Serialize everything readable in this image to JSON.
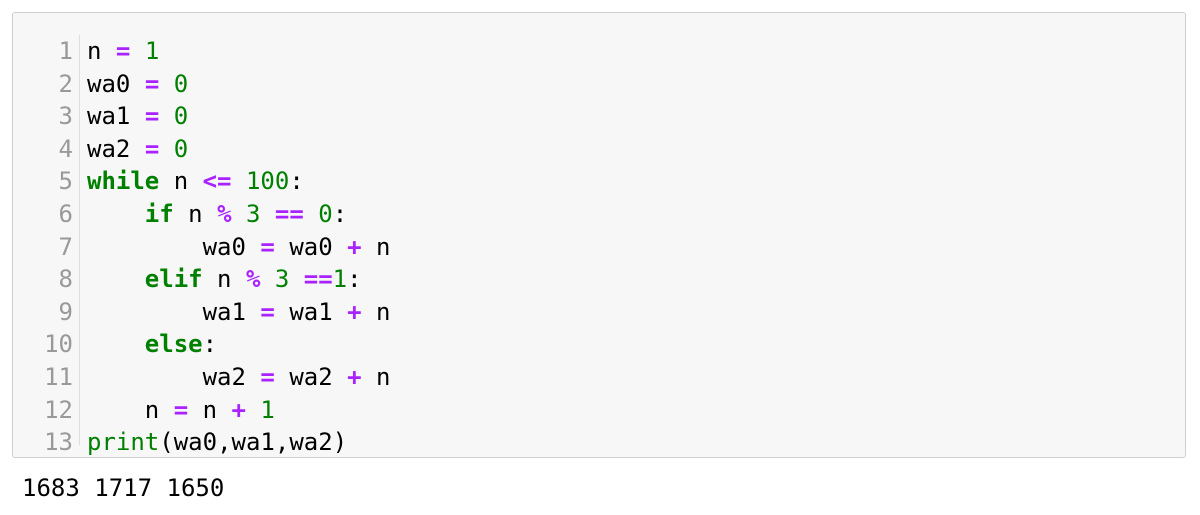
{
  "cell": {
    "line_numbers": [
      "1",
      "2",
      "3",
      "4",
      "5",
      "6",
      "7",
      "8",
      "9",
      "10",
      "11",
      "12",
      "13"
    ],
    "lines": [
      [
        {
          "t": "id",
          "v": "n"
        },
        {
          "t": "p",
          "v": " "
        },
        {
          "t": "op",
          "v": "="
        },
        {
          "t": "p",
          "v": " "
        },
        {
          "t": "num",
          "v": "1"
        }
      ],
      [
        {
          "t": "id",
          "v": "wa0"
        },
        {
          "t": "p",
          "v": " "
        },
        {
          "t": "op",
          "v": "="
        },
        {
          "t": "p",
          "v": " "
        },
        {
          "t": "num",
          "v": "0"
        }
      ],
      [
        {
          "t": "id",
          "v": "wa1"
        },
        {
          "t": "p",
          "v": " "
        },
        {
          "t": "op",
          "v": "="
        },
        {
          "t": "p",
          "v": " "
        },
        {
          "t": "num",
          "v": "0"
        }
      ],
      [
        {
          "t": "id",
          "v": "wa2"
        },
        {
          "t": "p",
          "v": " "
        },
        {
          "t": "op",
          "v": "="
        },
        {
          "t": "p",
          "v": " "
        },
        {
          "t": "num",
          "v": "0"
        }
      ],
      [
        {
          "t": "kw",
          "v": "while"
        },
        {
          "t": "p",
          "v": " "
        },
        {
          "t": "id",
          "v": "n"
        },
        {
          "t": "p",
          "v": " "
        },
        {
          "t": "op",
          "v": "<="
        },
        {
          "t": "p",
          "v": " "
        },
        {
          "t": "num",
          "v": "100"
        },
        {
          "t": "p",
          "v": ":"
        }
      ],
      [
        {
          "t": "p",
          "v": "    "
        },
        {
          "t": "kw",
          "v": "if"
        },
        {
          "t": "p",
          "v": " "
        },
        {
          "t": "id",
          "v": "n"
        },
        {
          "t": "p",
          "v": " "
        },
        {
          "t": "op",
          "v": "%"
        },
        {
          "t": "p",
          "v": " "
        },
        {
          "t": "num",
          "v": "3"
        },
        {
          "t": "p",
          "v": " "
        },
        {
          "t": "op",
          "v": "=="
        },
        {
          "t": "p",
          "v": " "
        },
        {
          "t": "num",
          "v": "0"
        },
        {
          "t": "p",
          "v": ":"
        }
      ],
      [
        {
          "t": "p",
          "v": "        "
        },
        {
          "t": "id",
          "v": "wa0"
        },
        {
          "t": "p",
          "v": " "
        },
        {
          "t": "op",
          "v": "="
        },
        {
          "t": "p",
          "v": " "
        },
        {
          "t": "id",
          "v": "wa0"
        },
        {
          "t": "p",
          "v": " "
        },
        {
          "t": "op",
          "v": "+"
        },
        {
          "t": "p",
          "v": " "
        },
        {
          "t": "id",
          "v": "n"
        }
      ],
      [
        {
          "t": "p",
          "v": "    "
        },
        {
          "t": "kw",
          "v": "elif"
        },
        {
          "t": "p",
          "v": " "
        },
        {
          "t": "id",
          "v": "n"
        },
        {
          "t": "p",
          "v": " "
        },
        {
          "t": "op",
          "v": "%"
        },
        {
          "t": "p",
          "v": " "
        },
        {
          "t": "num",
          "v": "3"
        },
        {
          "t": "p",
          "v": " "
        },
        {
          "t": "op",
          "v": "=="
        },
        {
          "t": "num",
          "v": "1"
        },
        {
          "t": "p",
          "v": ":"
        }
      ],
      [
        {
          "t": "p",
          "v": "        "
        },
        {
          "t": "id",
          "v": "wa1"
        },
        {
          "t": "p",
          "v": " "
        },
        {
          "t": "op",
          "v": "="
        },
        {
          "t": "p",
          "v": " "
        },
        {
          "t": "id",
          "v": "wa1"
        },
        {
          "t": "p",
          "v": " "
        },
        {
          "t": "op",
          "v": "+"
        },
        {
          "t": "p",
          "v": " "
        },
        {
          "t": "id",
          "v": "n"
        }
      ],
      [
        {
          "t": "p",
          "v": "    "
        },
        {
          "t": "kw",
          "v": "else"
        },
        {
          "t": "p",
          "v": ":"
        }
      ],
      [
        {
          "t": "p",
          "v": "        "
        },
        {
          "t": "id",
          "v": "wa2"
        },
        {
          "t": "p",
          "v": " "
        },
        {
          "t": "op",
          "v": "="
        },
        {
          "t": "p",
          "v": " "
        },
        {
          "t": "id",
          "v": "wa2"
        },
        {
          "t": "p",
          "v": " "
        },
        {
          "t": "op",
          "v": "+"
        },
        {
          "t": "p",
          "v": " "
        },
        {
          "t": "id",
          "v": "n"
        }
      ],
      [
        {
          "t": "p",
          "v": "    "
        },
        {
          "t": "id",
          "v": "n"
        },
        {
          "t": "p",
          "v": " "
        },
        {
          "t": "op",
          "v": "="
        },
        {
          "t": "p",
          "v": " "
        },
        {
          "t": "id",
          "v": "n"
        },
        {
          "t": "p",
          "v": " "
        },
        {
          "t": "op",
          "v": "+"
        },
        {
          "t": "p",
          "v": " "
        },
        {
          "t": "num",
          "v": "1"
        }
      ],
      [
        {
          "t": "builtin",
          "v": "print"
        },
        {
          "t": "p",
          "v": "("
        },
        {
          "t": "id",
          "v": "wa0"
        },
        {
          "t": "p",
          "v": ","
        },
        {
          "t": "id",
          "v": "wa1"
        },
        {
          "t": "p",
          "v": ","
        },
        {
          "t": "id",
          "v": "wa2"
        },
        {
          "t": "p",
          "v": ")"
        }
      ]
    ]
  },
  "output": {
    "text": "1683 1717 1650"
  },
  "colors": {
    "keyword": "#008000",
    "operator": "#aa22ff",
    "number": "#008000",
    "line_number": "#999999",
    "cell_background": "#f7f7f7"
  }
}
